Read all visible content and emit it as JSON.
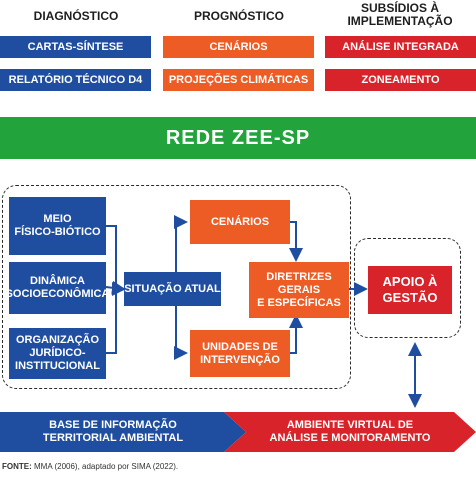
{
  "headers": {
    "diagnostico": "DIAGNÓSTICO",
    "prognostico": "PROGNÓSTICO",
    "subsidios_line1": "SUBSÍDIOS À",
    "subsidios_line2": "IMPLEMENTAÇÃO"
  },
  "top_boxes": {
    "cartas_sintese": "CARTAS-SÍNTESE",
    "relatorio_tecnico": "RELATÓRIO TÉCNICO D4",
    "cenarios": "CENÁRIOS",
    "projecoes": "PROJEÇÕES CLIMÁTICAS",
    "analise_integrada": "ANÁLISE INTEGRADA",
    "zoneamento": "ZONEAMENTO"
  },
  "banner": "REDE ZEE-SP",
  "flow": {
    "meio_line1": "MEIO",
    "meio_line2": "FÍSICO-BIÓTICO",
    "dinamica_line1": "DINÂMICA",
    "dinamica_line2": "SOCIOECONÔMICA",
    "org_line1": "ORGANIZAÇÃO",
    "org_line2": "JURÍDICO-",
    "org_line3": "INSTITUCIONAL",
    "situacao": "SITUAÇÃO ATUAL",
    "cenarios": "CENÁRIOS",
    "unidades_line1": "UNIDADES DE",
    "unidades_line2": "INTERVENÇÃO",
    "diretrizes_line1": "DIRETRIZES",
    "diretrizes_line2": "GERAIS",
    "diretrizes_line3": "E ESPECÍFICAS",
    "apoio_line1": "APOIO À",
    "apoio_line2": "GESTÃO"
  },
  "bottom": {
    "base_line1": "BASE DE INFORMAÇÃO",
    "base_line2": "TERRITORIAL AMBIENTAL",
    "ambiente_line1": "AMBIENTE VIRTUAL DE",
    "ambiente_line2": "ANÁLISE E MONITORAMENTO"
  },
  "source": {
    "label": "FONTE:",
    "text": "MMA (2006), adaptado por SIMA (2022)."
  },
  "colors": {
    "blue": "#1f4ea0",
    "orange": "#ec5c24",
    "red": "#d8232a",
    "green": "#22a33c"
  }
}
